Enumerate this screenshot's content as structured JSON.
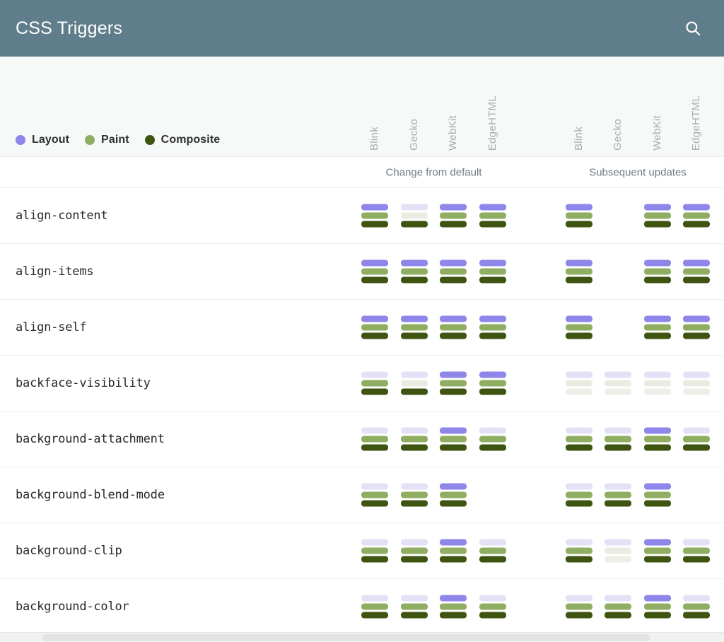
{
  "appbar": {
    "title": "CSS Triggers",
    "search_icon": "search-icon"
  },
  "legend": {
    "items": [
      {
        "label": "Layout",
        "color": "#8e86e8"
      },
      {
        "label": "Paint",
        "color": "#8fae62"
      },
      {
        "label": "Composite",
        "color": "#3e5410"
      }
    ]
  },
  "colors": {
    "appbar_bg": "#607d8b",
    "band_bg": "#f7f8f8",
    "layout_on": "#8e86e8",
    "layout_off": "#e4e1f7",
    "paint_on": "#8fae62",
    "paint_off": "#e9ece0",
    "composite_on": "#3e5410",
    "composite_off": "#eceee8",
    "row_border": "#ededed",
    "header_text": "#a8adb0",
    "group_text": "#6b7b84"
  },
  "engines": [
    "Blink",
    "Gecko",
    "WebKit",
    "EdgeHTML"
  ],
  "groups": [
    {
      "label": "Change from default"
    },
    {
      "label": "Subsequent updates"
    }
  ],
  "column_x": [
    511,
    567,
    622,
    678,
    800,
    855,
    911,
    966
  ],
  "chart_data": {
    "type": "table",
    "title": "CSS Triggers",
    "legend": [
      "Layout",
      "Paint",
      "Composite"
    ],
    "column_groups": [
      "Change from default",
      "Subsequent updates"
    ],
    "engines": [
      "Blink",
      "Gecko",
      "WebKit",
      "EdgeHTML"
    ],
    "rows": [
      {
        "property": "align-content",
        "change_from_default": [
          {
            "engine": "Blink",
            "present": true,
            "layout": true,
            "paint": true,
            "composite": true
          },
          {
            "engine": "Gecko",
            "present": true,
            "layout": false,
            "paint": false,
            "composite": true
          },
          {
            "engine": "WebKit",
            "present": true,
            "layout": true,
            "paint": true,
            "composite": true
          },
          {
            "engine": "EdgeHTML",
            "present": true,
            "layout": true,
            "paint": true,
            "composite": true
          }
        ],
        "subsequent_updates": [
          {
            "engine": "Blink",
            "present": true,
            "layout": true,
            "paint": true,
            "composite": true
          },
          {
            "engine": "Gecko",
            "present": false,
            "layout": false,
            "paint": false,
            "composite": false
          },
          {
            "engine": "WebKit",
            "present": true,
            "layout": true,
            "paint": true,
            "composite": true
          },
          {
            "engine": "EdgeHTML",
            "present": true,
            "layout": true,
            "paint": true,
            "composite": true
          }
        ]
      },
      {
        "property": "align-items",
        "change_from_default": [
          {
            "engine": "Blink",
            "present": true,
            "layout": true,
            "paint": true,
            "composite": true
          },
          {
            "engine": "Gecko",
            "present": true,
            "layout": true,
            "paint": true,
            "composite": true
          },
          {
            "engine": "WebKit",
            "present": true,
            "layout": true,
            "paint": true,
            "composite": true
          },
          {
            "engine": "EdgeHTML",
            "present": true,
            "layout": true,
            "paint": true,
            "composite": true
          }
        ],
        "subsequent_updates": [
          {
            "engine": "Blink",
            "present": true,
            "layout": true,
            "paint": true,
            "composite": true
          },
          {
            "engine": "Gecko",
            "present": false,
            "layout": false,
            "paint": false,
            "composite": false
          },
          {
            "engine": "WebKit",
            "present": true,
            "layout": true,
            "paint": true,
            "composite": true
          },
          {
            "engine": "EdgeHTML",
            "present": true,
            "layout": true,
            "paint": true,
            "composite": true
          }
        ]
      },
      {
        "property": "align-self",
        "change_from_default": [
          {
            "engine": "Blink",
            "present": true,
            "layout": true,
            "paint": true,
            "composite": true
          },
          {
            "engine": "Gecko",
            "present": true,
            "layout": true,
            "paint": true,
            "composite": true
          },
          {
            "engine": "WebKit",
            "present": true,
            "layout": true,
            "paint": true,
            "composite": true
          },
          {
            "engine": "EdgeHTML",
            "present": true,
            "layout": true,
            "paint": true,
            "composite": true
          }
        ],
        "subsequent_updates": [
          {
            "engine": "Blink",
            "present": true,
            "layout": true,
            "paint": true,
            "composite": true
          },
          {
            "engine": "Gecko",
            "present": false,
            "layout": false,
            "paint": false,
            "composite": false
          },
          {
            "engine": "WebKit",
            "present": true,
            "layout": true,
            "paint": true,
            "composite": true
          },
          {
            "engine": "EdgeHTML",
            "present": true,
            "layout": true,
            "paint": true,
            "composite": true
          }
        ]
      },
      {
        "property": "backface-visibility",
        "change_from_default": [
          {
            "engine": "Blink",
            "present": true,
            "layout": false,
            "paint": true,
            "composite": true
          },
          {
            "engine": "Gecko",
            "present": true,
            "layout": false,
            "paint": false,
            "composite": true
          },
          {
            "engine": "WebKit",
            "present": true,
            "layout": true,
            "paint": true,
            "composite": true
          },
          {
            "engine": "EdgeHTML",
            "present": true,
            "layout": true,
            "paint": true,
            "composite": true
          }
        ],
        "subsequent_updates": [
          {
            "engine": "Blink",
            "present": true,
            "layout": false,
            "paint": false,
            "composite": false
          },
          {
            "engine": "Gecko",
            "present": true,
            "layout": false,
            "paint": false,
            "composite": false
          },
          {
            "engine": "WebKit",
            "present": true,
            "layout": false,
            "paint": false,
            "composite": false
          },
          {
            "engine": "EdgeHTML",
            "present": true,
            "layout": false,
            "paint": false,
            "composite": false
          }
        ]
      },
      {
        "property": "background-attachment",
        "change_from_default": [
          {
            "engine": "Blink",
            "present": true,
            "layout": false,
            "paint": true,
            "composite": true
          },
          {
            "engine": "Gecko",
            "present": true,
            "layout": false,
            "paint": true,
            "composite": true
          },
          {
            "engine": "WebKit",
            "present": true,
            "layout": true,
            "paint": true,
            "composite": true
          },
          {
            "engine": "EdgeHTML",
            "present": true,
            "layout": false,
            "paint": true,
            "composite": true
          }
        ],
        "subsequent_updates": [
          {
            "engine": "Blink",
            "present": true,
            "layout": false,
            "paint": true,
            "composite": true
          },
          {
            "engine": "Gecko",
            "present": true,
            "layout": false,
            "paint": true,
            "composite": true
          },
          {
            "engine": "WebKit",
            "present": true,
            "layout": true,
            "paint": true,
            "composite": true
          },
          {
            "engine": "EdgeHTML",
            "present": true,
            "layout": false,
            "paint": true,
            "composite": true
          }
        ]
      },
      {
        "property": "background-blend-mode",
        "change_from_default": [
          {
            "engine": "Blink",
            "present": true,
            "layout": false,
            "paint": true,
            "composite": true
          },
          {
            "engine": "Gecko",
            "present": true,
            "layout": false,
            "paint": true,
            "composite": true
          },
          {
            "engine": "WebKit",
            "present": true,
            "layout": true,
            "paint": true,
            "composite": true
          },
          {
            "engine": "EdgeHTML",
            "present": false,
            "layout": false,
            "paint": false,
            "composite": false
          }
        ],
        "subsequent_updates": [
          {
            "engine": "Blink",
            "present": true,
            "layout": false,
            "paint": true,
            "composite": true
          },
          {
            "engine": "Gecko",
            "present": true,
            "layout": false,
            "paint": true,
            "composite": true
          },
          {
            "engine": "WebKit",
            "present": true,
            "layout": true,
            "paint": true,
            "composite": true
          },
          {
            "engine": "EdgeHTML",
            "present": false,
            "layout": false,
            "paint": false,
            "composite": false
          }
        ]
      },
      {
        "property": "background-clip",
        "change_from_default": [
          {
            "engine": "Blink",
            "present": true,
            "layout": false,
            "paint": true,
            "composite": true
          },
          {
            "engine": "Gecko",
            "present": true,
            "layout": false,
            "paint": true,
            "composite": true
          },
          {
            "engine": "WebKit",
            "present": true,
            "layout": true,
            "paint": true,
            "composite": true
          },
          {
            "engine": "EdgeHTML",
            "present": true,
            "layout": false,
            "paint": true,
            "composite": true
          }
        ],
        "subsequent_updates": [
          {
            "engine": "Blink",
            "present": true,
            "layout": false,
            "paint": true,
            "composite": true
          },
          {
            "engine": "Gecko",
            "present": true,
            "layout": false,
            "paint": false,
            "composite": false
          },
          {
            "engine": "WebKit",
            "present": true,
            "layout": true,
            "paint": true,
            "composite": true
          },
          {
            "engine": "EdgeHTML",
            "present": true,
            "layout": false,
            "paint": true,
            "composite": true
          }
        ]
      },
      {
        "property": "background-color",
        "change_from_default": [
          {
            "engine": "Blink",
            "present": true,
            "layout": false,
            "paint": true,
            "composite": true
          },
          {
            "engine": "Gecko",
            "present": true,
            "layout": false,
            "paint": true,
            "composite": true
          },
          {
            "engine": "WebKit",
            "present": true,
            "layout": true,
            "paint": true,
            "composite": true
          },
          {
            "engine": "EdgeHTML",
            "present": true,
            "layout": false,
            "paint": true,
            "composite": true
          }
        ],
        "subsequent_updates": [
          {
            "engine": "Blink",
            "present": true,
            "layout": false,
            "paint": true,
            "composite": true
          },
          {
            "engine": "Gecko",
            "present": true,
            "layout": false,
            "paint": true,
            "composite": true
          },
          {
            "engine": "WebKit",
            "present": true,
            "layout": true,
            "paint": true,
            "composite": true
          },
          {
            "engine": "EdgeHTML",
            "present": true,
            "layout": false,
            "paint": true,
            "composite": true
          }
        ]
      }
    ]
  }
}
